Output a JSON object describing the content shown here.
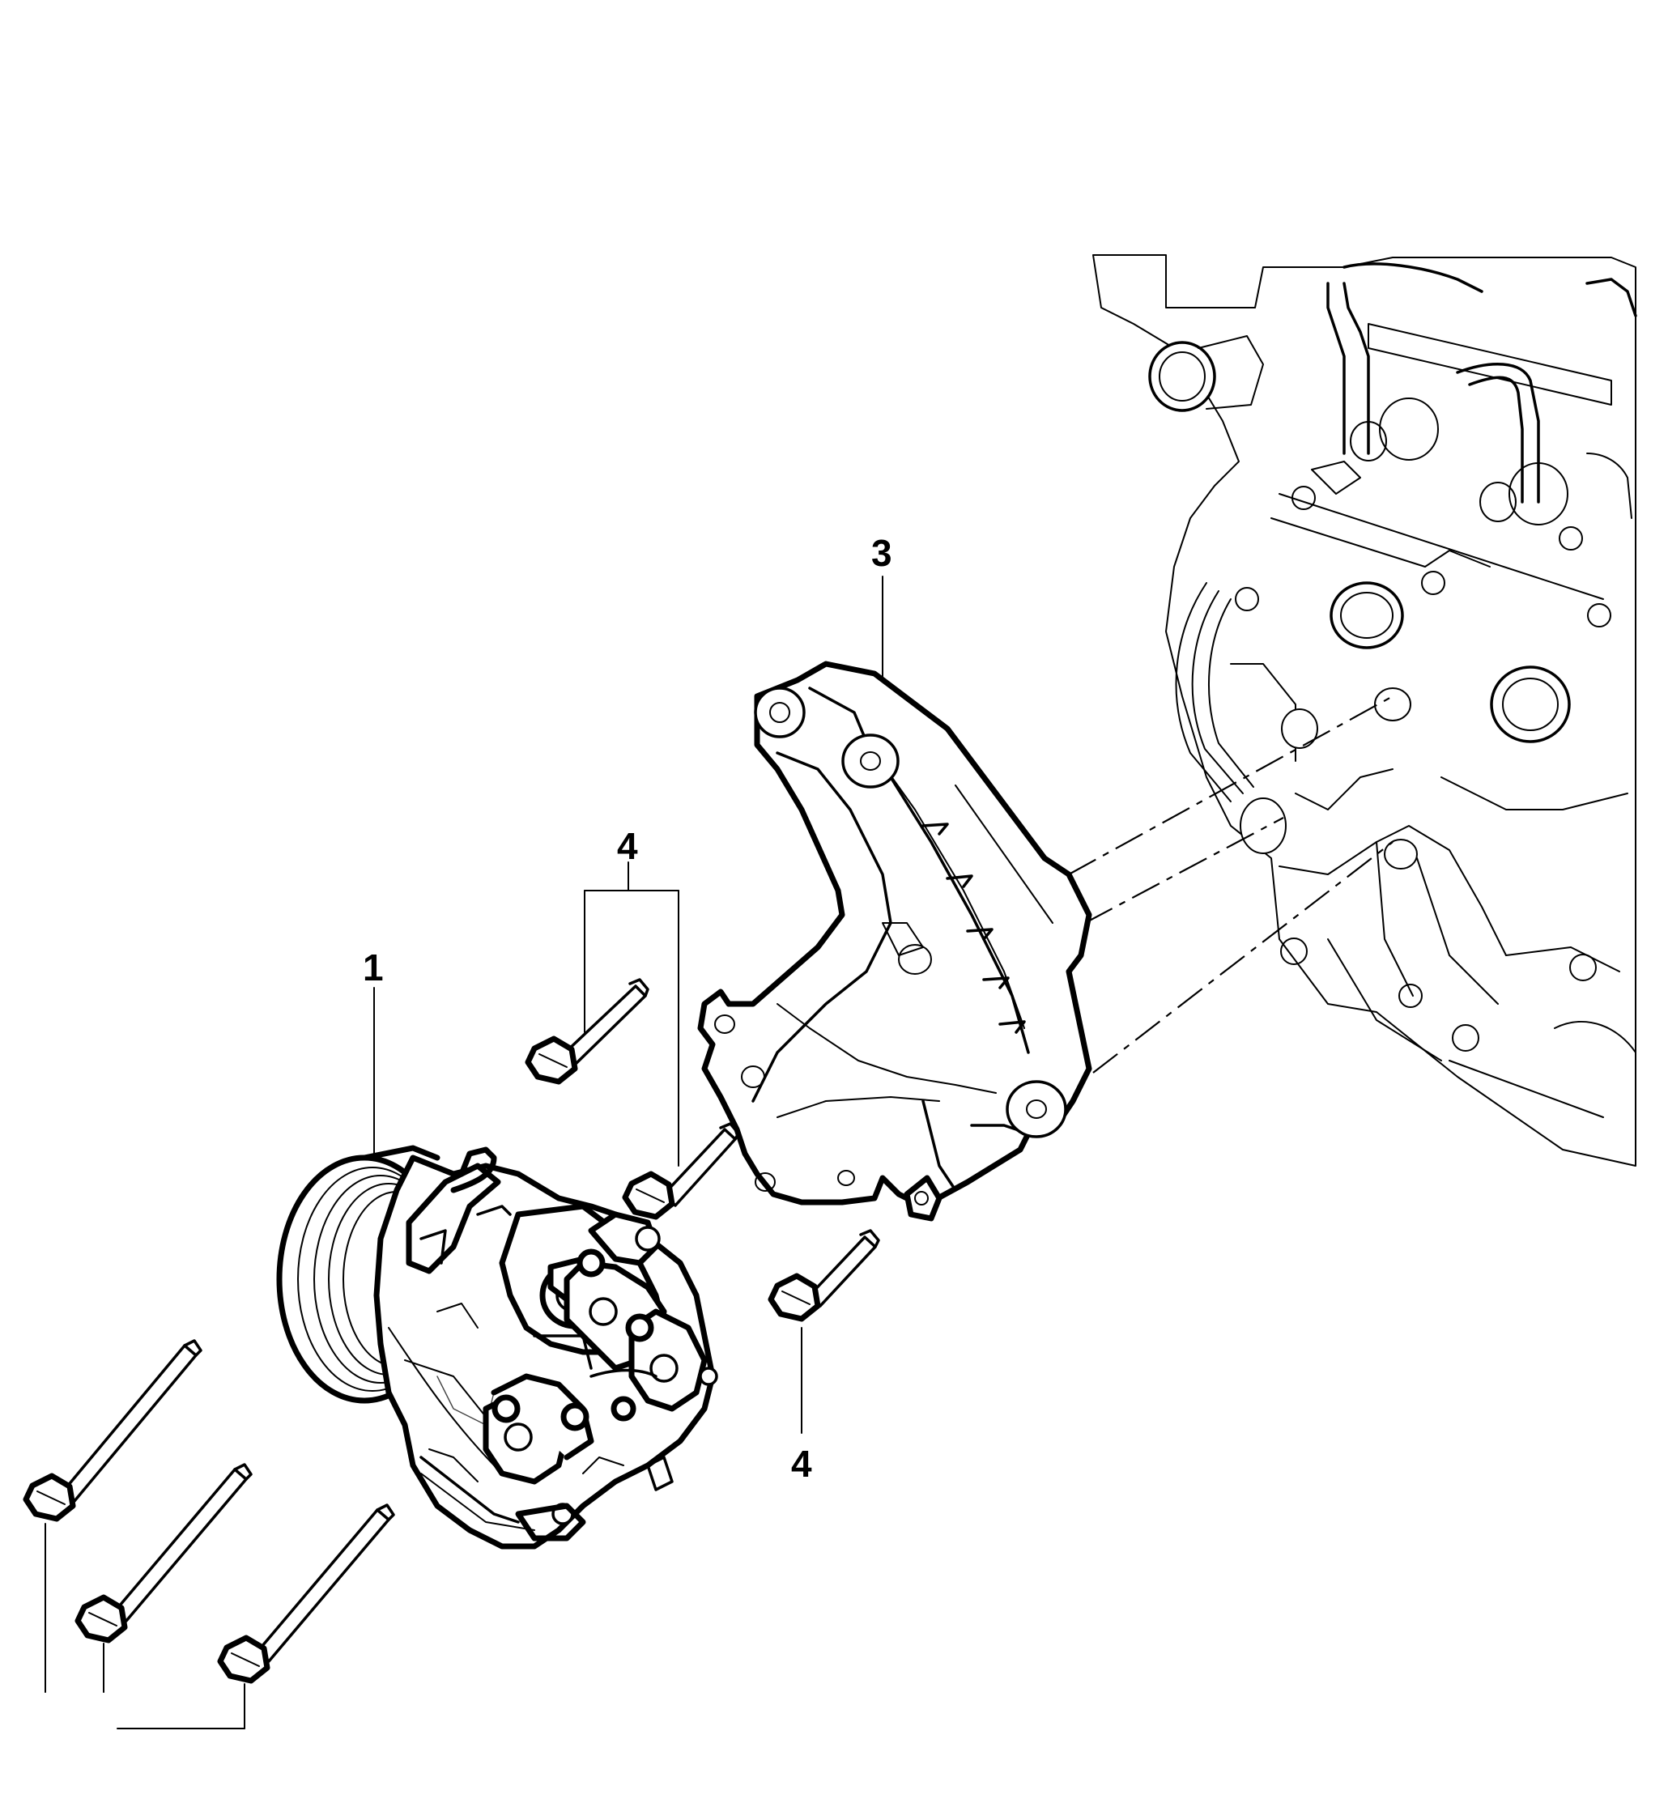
{
  "callouts": {
    "compressor": "1",
    "bracket": "3",
    "bolts_upper": "4",
    "bolts_lower": "4"
  }
}
